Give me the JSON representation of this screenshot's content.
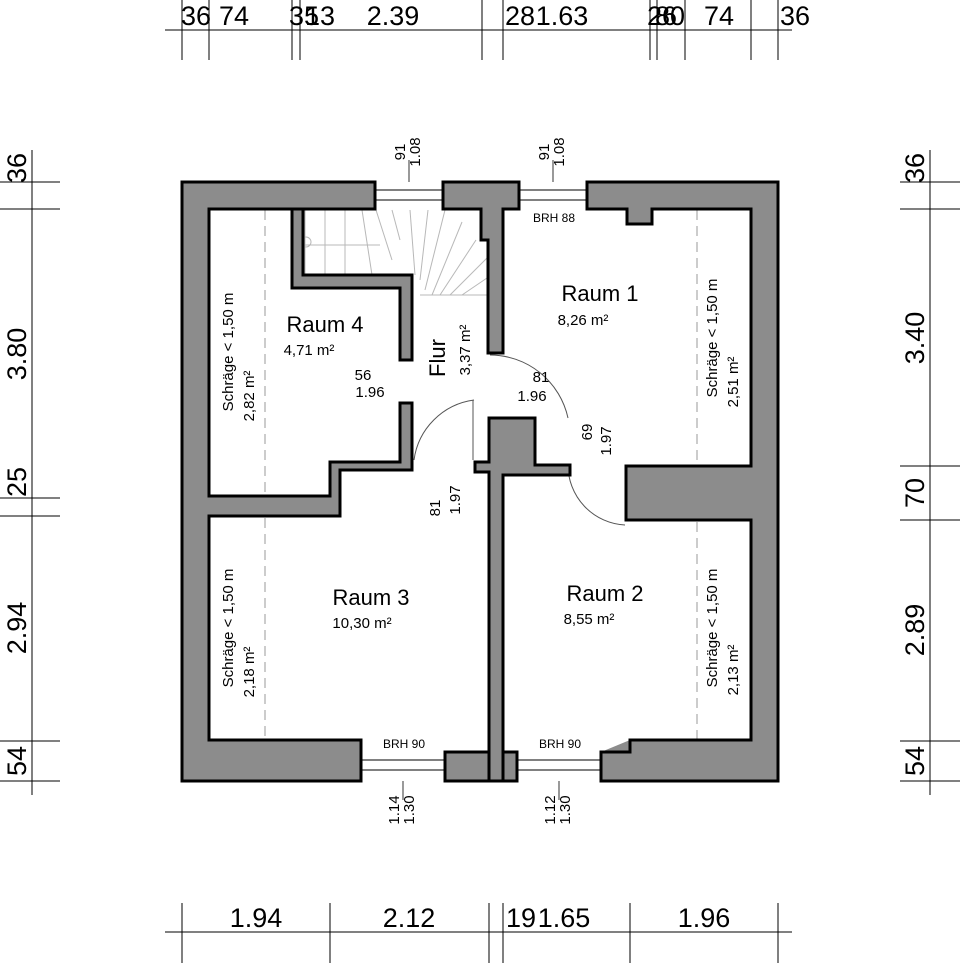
{
  "dims_top": [
    "36",
    "74",
    "35",
    "13",
    "2.39",
    "28",
    "1.63",
    "26",
    "80",
    "74",
    "36"
  ],
  "dims_bottom": [
    "1.94",
    "2.12",
    "19",
    "1.65",
    "1.96"
  ],
  "dims_left": [
    "36",
    "3.80",
    "25",
    "2.94",
    "54"
  ],
  "dims_right": [
    "36",
    "3.40",
    "70",
    "2.89",
    "54"
  ],
  "rooms": [
    {
      "name": "Raum 1",
      "area": "8,26 m²"
    },
    {
      "name": "Raum 2",
      "area": "8,55 m²"
    },
    {
      "name": "Raum 3",
      "area": "10,30 m²"
    },
    {
      "name": "Raum 4",
      "area": "4,71 m²"
    }
  ],
  "flur": {
    "name": "Flur",
    "area": "3,37 m²"
  },
  "slopes": [
    {
      "label": "Schräge < 1,50 m",
      "area": "2,82 m²"
    },
    {
      "label": "Schräge < 1,50 m",
      "area": "2,18 m²"
    },
    {
      "label": "Schräge < 1,50 m",
      "area": "2,51 m²"
    },
    {
      "label": "Schräge < 1,50 m",
      "area": "2,13 m²"
    }
  ],
  "openings": {
    "win_top_left": {
      "w": "91",
      "h": "1.08"
    },
    "win_top_right": {
      "w": "91",
      "h": "1.08"
    },
    "door_raum4": {
      "w": "56",
      "h": "1.96"
    },
    "door_raum1": {
      "w": "81",
      "h": "1.96"
    },
    "door_raum2": {
      "w": "69",
      "h": "1.97"
    },
    "door_raum3": {
      "w": "81",
      "h": "1.97"
    },
    "win_bottom_left": {
      "w": "1.14",
      "h": "1.30"
    },
    "win_bottom_right": {
      "w": "1.12",
      "h": "1.30"
    }
  },
  "brh": {
    "top": "BRH 88",
    "bottom_left": "BRH 90",
    "bottom_right": "BRH 90"
  }
}
